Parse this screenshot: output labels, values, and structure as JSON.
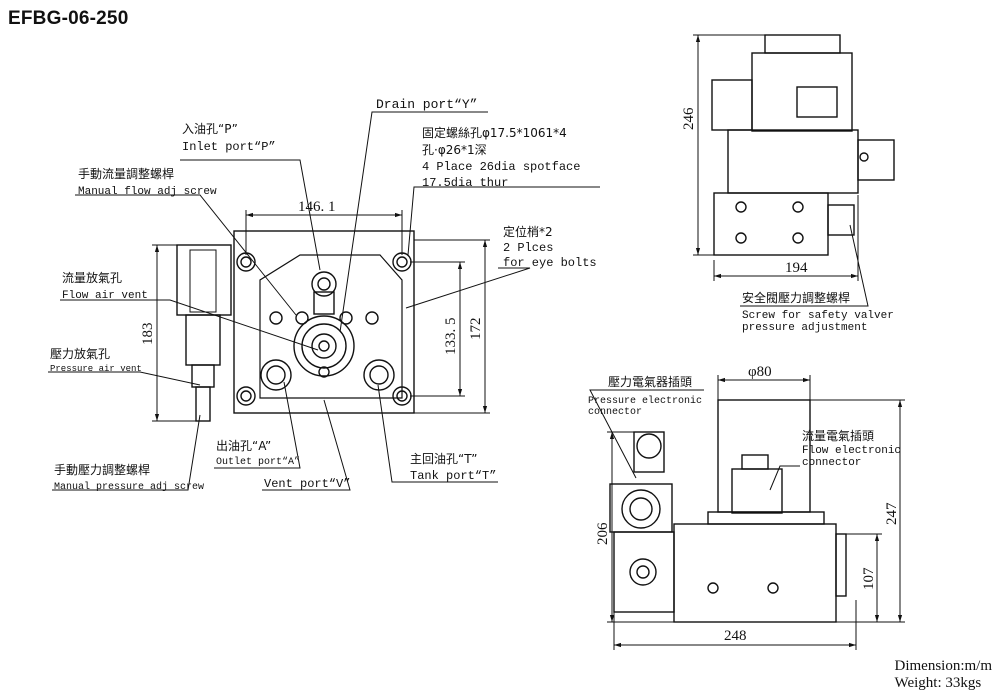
{
  "title": "EFBG-06-250",
  "labels": {
    "drain_port": "Drain port“Y”",
    "inlet_zh": "入油孔“P”",
    "inlet_en": "Inlet port“P”",
    "mount_zh1": "固定螺絲孔φ17.5*1061*4",
    "mount_zh2": "孔·φ26*1深",
    "mount_en1": "4 Place 26dia spotface",
    "mount_en2": "17.5dia thur",
    "flow_adj_zh": "手動流量調整螺桿",
    "flow_adj_en": "Manual flow adj screw",
    "pin_zh": "定位梢*2",
    "pin_en1": "2 Plces",
    "pin_en2": "for eye bolts",
    "flow_vent_zh": "流量放氣孔",
    "flow_vent_en": "Flow air vent",
    "press_vent_zh": "壓力放氣孔",
    "press_vent_en": "Pressure air vent",
    "outlet_zh": "出油孔“A”",
    "outlet_en": "Outlet port“A”",
    "press_adj_zh": "手動壓力調整螺桿",
    "press_adj_en": "Manual pressure adj screw",
    "vent_port": "Vent port“V”",
    "tank_zh": "主回油孔“T”",
    "tank_en": "Tank port“T”",
    "safety_zh": "安全閥壓力調整螺桿",
    "safety_en1": "Screw for safety valver",
    "safety_en2": "pressure adjustment",
    "press_conn_zh": "壓力電氣器插頭",
    "press_conn_en1": "Pressure electronic",
    "press_conn_en2": "connector",
    "flow_conn_zh": "流量電氣插頭",
    "flow_conn_en1": "Flow electronic",
    "flow_conn_en2": "connector"
  },
  "dimensions": {
    "d146": "146. 1",
    "d183": "183",
    "d133": "133. 5",
    "d172": "172",
    "d246": "246",
    "d194": "194",
    "d80": "φ80",
    "d206": "206",
    "d247": "247",
    "d107": "107",
    "d248": "248"
  },
  "footer": {
    "dimension": "Dimension:m/m",
    "weight": "Weight: 33kgs"
  }
}
